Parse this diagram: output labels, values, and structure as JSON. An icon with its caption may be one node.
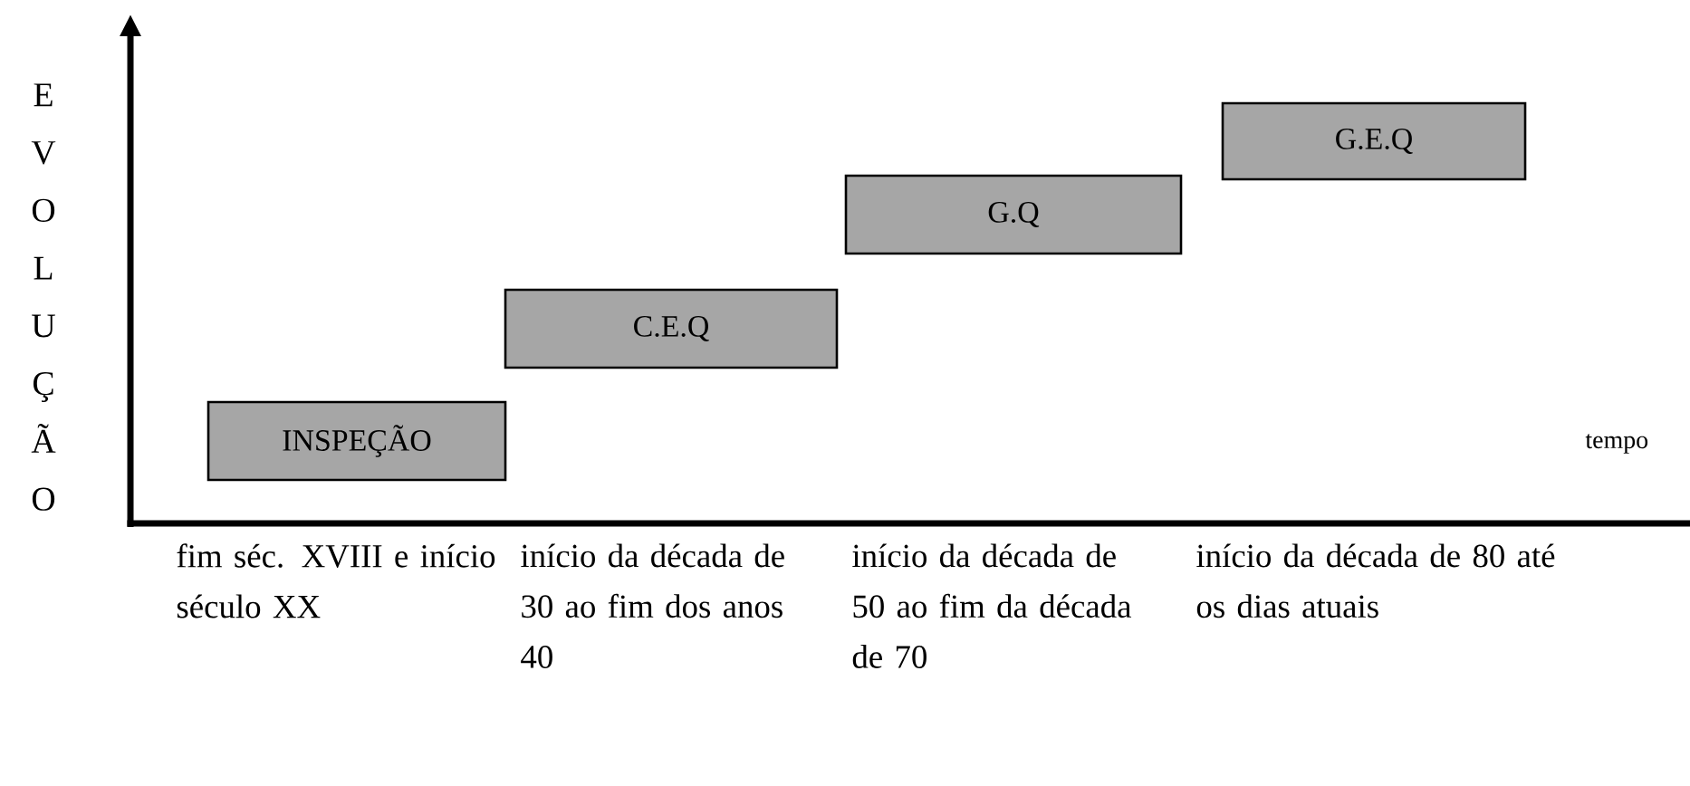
{
  "diagram": {
    "nodes": [
      {
        "text": [
          "INSPEÇÃO"
        ]
      },
      {
        "text": [
          "C.E.Q"
        ]
      },
      {
        "text": [
          "G.Q"
        ]
      },
      {
        "text": [
          "G.E.Q"
        ]
      }
    ],
    "labels": [
      "EVOLUÇÃO",
      "tempo",
      "fim séc. XVIII e início século XX",
      "início da década de 30 ao fim dos anos 40",
      "início da década de 50 ao fim da década de 70",
      "início da década de 80 até os dias atuais"
    ]
  }
}
